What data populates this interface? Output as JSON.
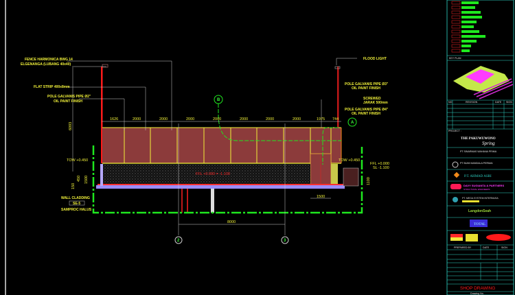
{
  "drawing": {
    "labels": {
      "fence1": "FENCE HARMONICA BWG 14",
      "fence2": "ELGENANGA (LUBANG 40x40)",
      "flat_strip": "FLAT STRIP 400x8mm",
      "pole_left1": "POLE GALVANIS PIPE Ø2\"",
      "pole_left2": "OIL PAINT FINISH",
      "flood": "FLOOD LIGHT",
      "pole_r1a": "POLE GALVANIS PIPE Ø3\"",
      "pole_r1b": "OIL PAINT FINISH",
      "screwed1": "SCREWED",
      "screwed2": "JARAK 500mm",
      "pole_r2a": "POLE GALVANIS PIPE Ø4\"",
      "pole_r2b": "OIL PAINT FINISH",
      "tow_left": "TOW +0.450",
      "tow_right": "TOW +0.450",
      "ffl1": "FFL +0.000",
      "ffl2": "SL -1.100",
      "ffl_mid": "FFL +0.000 = -1.100",
      "wall1": "WALL CLADDING",
      "wall_tag": "SE-5",
      "wall2": "SAMPROC HALUS"
    },
    "top_dims": [
      "1626",
      "2000",
      "2000",
      "2000",
      "2000",
      "2000",
      "2000",
      "2000",
      "1975",
      "744"
    ],
    "height_dim": "6093",
    "left_dims": [
      "450",
      "1500",
      "150"
    ],
    "bottom_dim": "1500",
    "right_dim": "1100",
    "span_dim": "8000",
    "grid_bubbles": {
      "a": "A",
      "b": "B",
      "g2": "2",
      "g3": "3"
    }
  },
  "title_block": {
    "key_plan": "KEY PLAN",
    "rev_headers": [
      "NO",
      "REVISION",
      "DATE",
      "SIGN"
    ],
    "project_label": "PROJECT :",
    "project_name": "THE PAKUWUWONO",
    "project_sub": "Spring",
    "owner": "PT SINARMAS WAHANA PRIMA",
    "dev": "PT BUMI MANDALA PERMAI",
    "arch": "P.T. AHMAD ASRI",
    "struct": "DAVY SUGIANTA & PARTNERS",
    "struct_sub": "STRUCTURAL ENGINEERS",
    "mep": "PT. MEGA SYSTEM INTERNUSA",
    "landscape": "LangdonSeah",
    "contractor": "TOTAL",
    "approved": "PREPARED BY",
    "date": "DATE",
    "sign": "SIGN",
    "stage": "SHOP DRAWING",
    "sheet": "Drawing No."
  },
  "colors": {
    "fence": "#8c3b3b",
    "green": "#1fe81f",
    "yellow": "#f2f23a",
    "red": "#ff1a1a",
    "slab": "#9a8cff",
    "cyan": "#2fd6c8"
  }
}
